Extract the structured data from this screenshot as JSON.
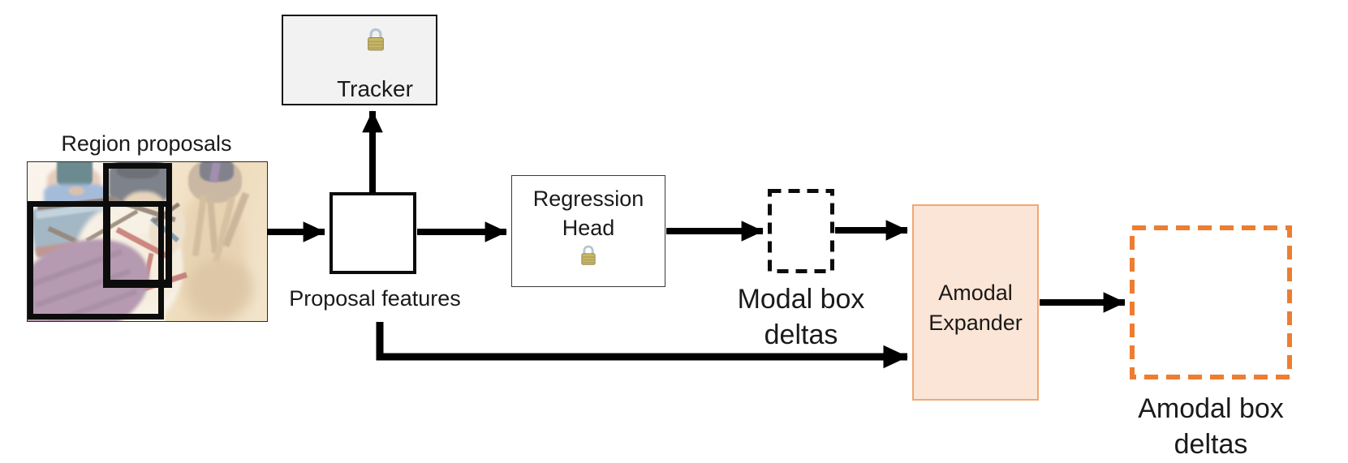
{
  "labels": {
    "region_proposals": "Region proposals",
    "proposal_features": "Proposal features"
  },
  "nodes": {
    "tracker": {
      "label": "Tracker",
      "frozen_lock_icon": "closed-gold-padlock"
    },
    "regression_head": {
      "line1": "Regression",
      "line2": "Head",
      "frozen_lock_icon": "closed-gold-padlock"
    },
    "modal_box_deltas": {
      "line1": "Modal box",
      "line2": "deltas"
    },
    "amodal_expander": {
      "line1": "Amodal",
      "line2": "Expander"
    },
    "amodal_box_deltas": {
      "line1": "Amodal box",
      "line2": "deltas"
    }
  },
  "colors": {
    "arrow": "#000000",
    "accent_orange_dashed": "#ED7D31",
    "amodal_fill": "#FBE5D6",
    "amodal_border": "#F0A875",
    "tracker_fill": "#F2F2F2",
    "lock_body_gold": "#C9B868",
    "lock_shackle": "#B9C4CF",
    "region_proposal_box": "#0C0C0C"
  }
}
